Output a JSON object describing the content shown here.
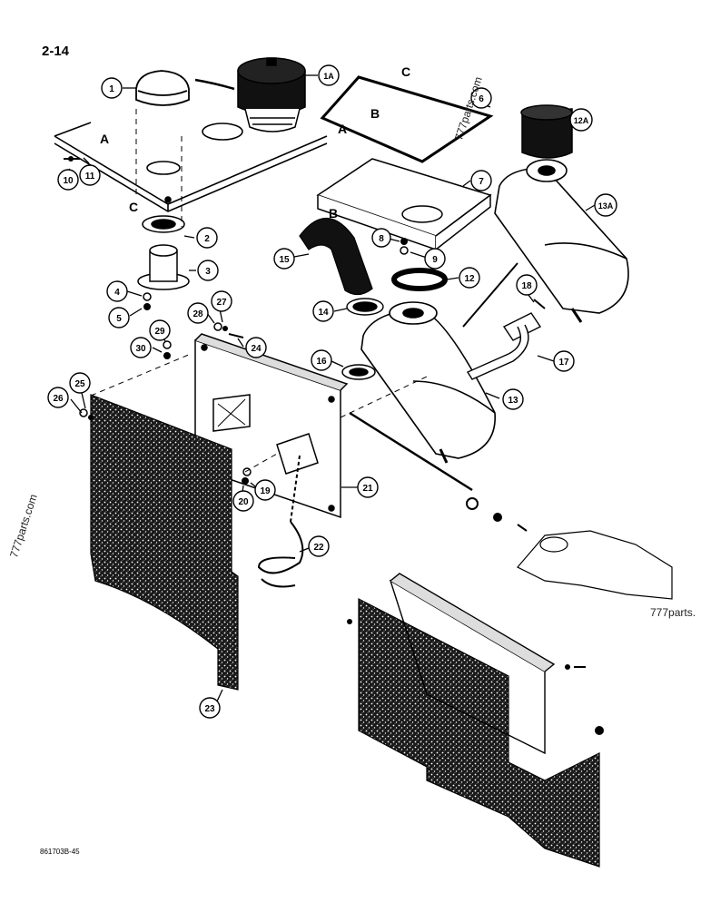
{
  "page_label": "2-14",
  "document_number": "861703B-45",
  "watermark_text": "777parts.com",
  "watermark_cut": "777parts.",
  "section_letters": {
    "A": "A",
    "B": "B",
    "C": "C"
  },
  "callouts": [
    {
      "id": "c1",
      "label": "1"
    },
    {
      "id": "c1a",
      "label": "1A"
    },
    {
      "id": "c2",
      "label": "2"
    },
    {
      "id": "c3",
      "label": "3"
    },
    {
      "id": "c4",
      "label": "4"
    },
    {
      "id": "c5",
      "label": "5"
    },
    {
      "id": "c6",
      "label": "6"
    },
    {
      "id": "c7",
      "label": "7"
    },
    {
      "id": "c8",
      "label": "8"
    },
    {
      "id": "c9",
      "label": "9"
    },
    {
      "id": "c10",
      "label": "10"
    },
    {
      "id": "c11",
      "label": "11"
    },
    {
      "id": "c12",
      "label": "12"
    },
    {
      "id": "c12a",
      "label": "12A"
    },
    {
      "id": "c13",
      "label": "13"
    },
    {
      "id": "c13a",
      "label": "13A"
    },
    {
      "id": "c14",
      "label": "14"
    },
    {
      "id": "c15",
      "label": "15"
    },
    {
      "id": "c16",
      "label": "16"
    },
    {
      "id": "c17",
      "label": "17"
    },
    {
      "id": "c18",
      "label": "18"
    },
    {
      "id": "c19",
      "label": "19"
    },
    {
      "id": "c20",
      "label": "20"
    },
    {
      "id": "c21",
      "label": "21"
    },
    {
      "id": "c22",
      "label": "22"
    },
    {
      "id": "c23",
      "label": "23"
    },
    {
      "id": "c24",
      "label": "24"
    },
    {
      "id": "c25",
      "label": "25"
    },
    {
      "id": "c26",
      "label": "26"
    },
    {
      "id": "c27",
      "label": "27"
    },
    {
      "id": "c28",
      "label": "28"
    },
    {
      "id": "c29",
      "label": "29"
    },
    {
      "id": "c30",
      "label": "30"
    }
  ]
}
